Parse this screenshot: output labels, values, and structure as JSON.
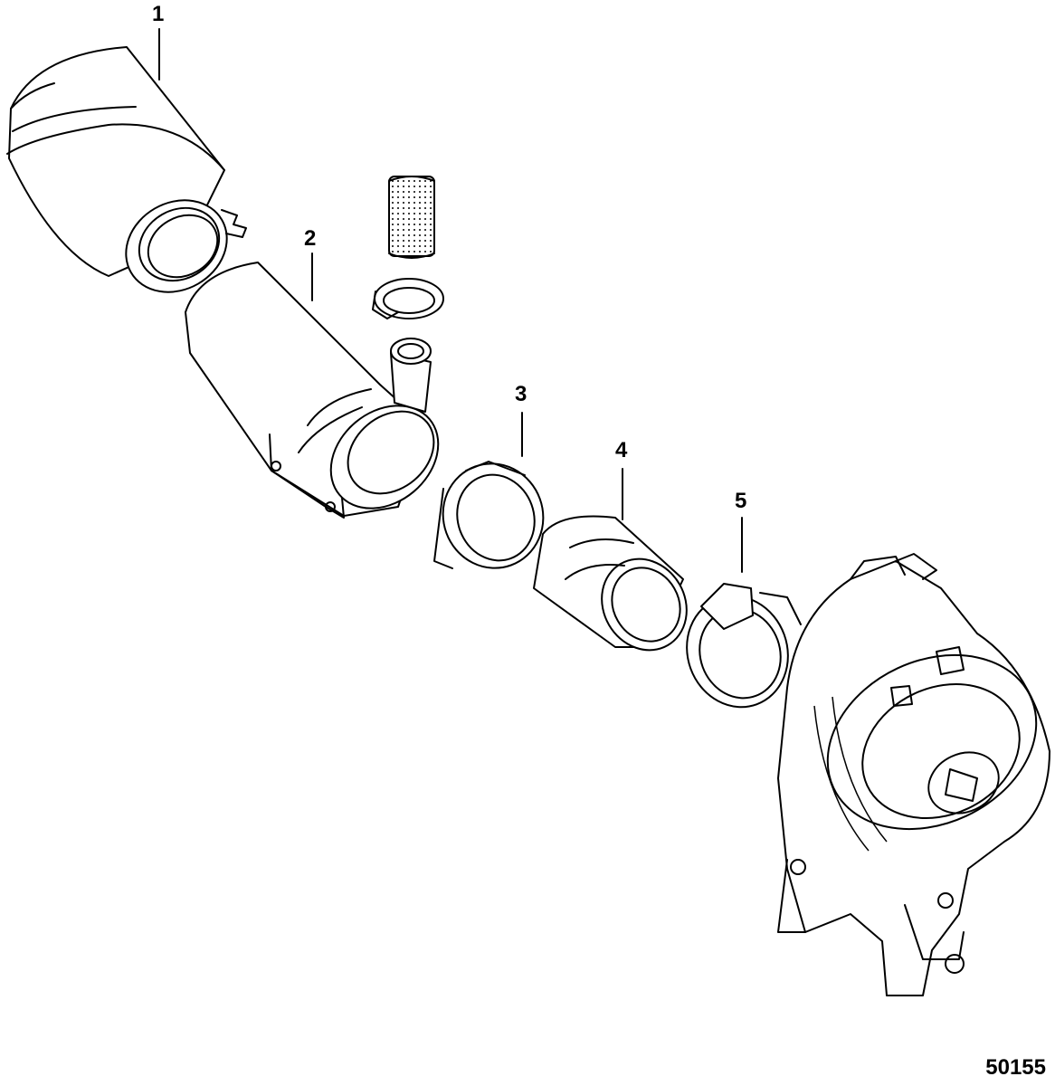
{
  "callouts": [
    {
      "id": "1",
      "label": "1"
    },
    {
      "id": "2",
      "label": "2"
    },
    {
      "id": "3",
      "label": "3"
    },
    {
      "id": "4",
      "label": "4"
    },
    {
      "id": "5",
      "label": "5"
    }
  ],
  "figure_number": "50155",
  "colors": {
    "line": "#000000",
    "background": "#ffffff"
  }
}
